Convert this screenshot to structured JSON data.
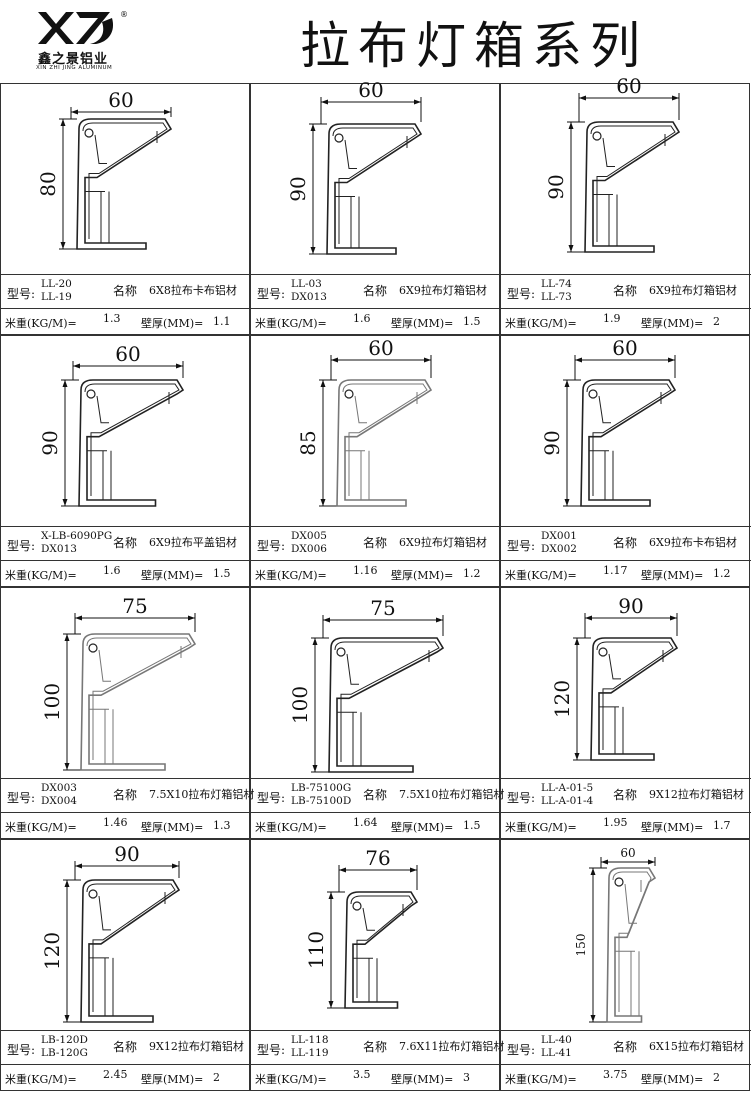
{
  "header": {
    "logo_text": "鑫之景铝业",
    "logo_en": "XIN ZHI JING ALUMINUM",
    "title": "拉布灯箱系列"
  },
  "labels": {
    "model": "型号:",
    "name": "名称",
    "weight": "米重(KG/M)=",
    "thickness": "壁厚(MM)="
  },
  "products": [
    {
      "models": [
        "LL-20",
        "LL-19"
      ],
      "name": "6X8拉布卡布铝材",
      "weight": "1.3",
      "thickness": "1.1",
      "width": "60",
      "height": "80"
    },
    {
      "models": [
        "LL-03",
        "DX013"
      ],
      "name": "6X9拉布灯箱铝材",
      "weight": "1.6",
      "thickness": "1.5",
      "width": "60",
      "height": "90"
    },
    {
      "models": [
        "LL-74",
        "LL-73"
      ],
      "name": "6X9拉布灯箱铝材",
      "weight": "1.9",
      "thickness": "2",
      "width": "60",
      "height": "90"
    },
    {
      "models": [
        "X-LB-6090PG",
        "DX013"
      ],
      "name": "6X9拉布平盖铝材",
      "weight": "1.6",
      "thickness": "1.5",
      "width": "60",
      "height": "90"
    },
    {
      "models": [
        "DX005",
        "DX006"
      ],
      "name": "6X9拉布灯箱铝材",
      "weight": "1.16",
      "thickness": "1.2",
      "width": "60",
      "height": "85"
    },
    {
      "models": [
        "DX001",
        "DX002"
      ],
      "name": "6X9拉布卡布铝材",
      "weight": "1.17",
      "thickness": "1.2",
      "width": "60",
      "height": "90"
    },
    {
      "models": [
        "DX003",
        "DX004"
      ],
      "name": "7.5X10拉布灯箱铝材",
      "weight": "1.46",
      "thickness": "1.3",
      "width": "75",
      "height": "100"
    },
    {
      "models": [
        "LB-75100G",
        "LB-75100D"
      ],
      "name": "7.5X10拉布灯箱铝材",
      "weight": "1.64",
      "thickness": "1.5",
      "width": "75",
      "height": "100"
    },
    {
      "models": [
        "LL-A-01-5",
        "LL-A-01-4"
      ],
      "name": "9X12拉布灯箱铝材",
      "weight": "1.95",
      "thickness": "1.7",
      "width": "90",
      "height": "120"
    },
    {
      "models": [
        "LB-120D",
        "LB-120G"
      ],
      "name": "9X12拉布灯箱铝材",
      "weight": "2.45",
      "thickness": "2",
      "width": "90",
      "height": "120"
    },
    {
      "models": [
        "LL-118",
        "LL-119"
      ],
      "name": "7.6X11拉布灯箱铝材",
      "weight": "3.5",
      "thickness": "3",
      "width": "76",
      "height": "110"
    },
    {
      "models": [
        "LL-40",
        "LL-41"
      ],
      "name": "6X15拉布灯箱铝材",
      "weight": "3.75",
      "thickness": "2",
      "width": "60",
      "height": "150"
    }
  ]
}
